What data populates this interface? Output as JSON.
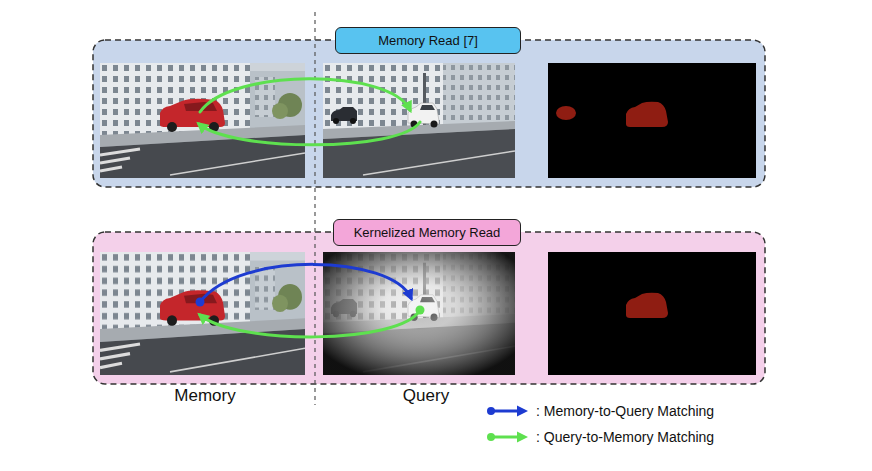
{
  "diagram": {
    "nodes": [
      {
        "text": [
          "Memory Read [7]"
        ]
      },
      {
        "text": [
          "Kernelized Memory Read"
        ]
      }
    ],
    "labels": [
      "Memory",
      "Query"
    ],
    "legend": [
      {
        "text": ": Memory-to-Query Matching"
      },
      {
        "text": ": Query-to-Memory Matching"
      }
    ]
  }
}
